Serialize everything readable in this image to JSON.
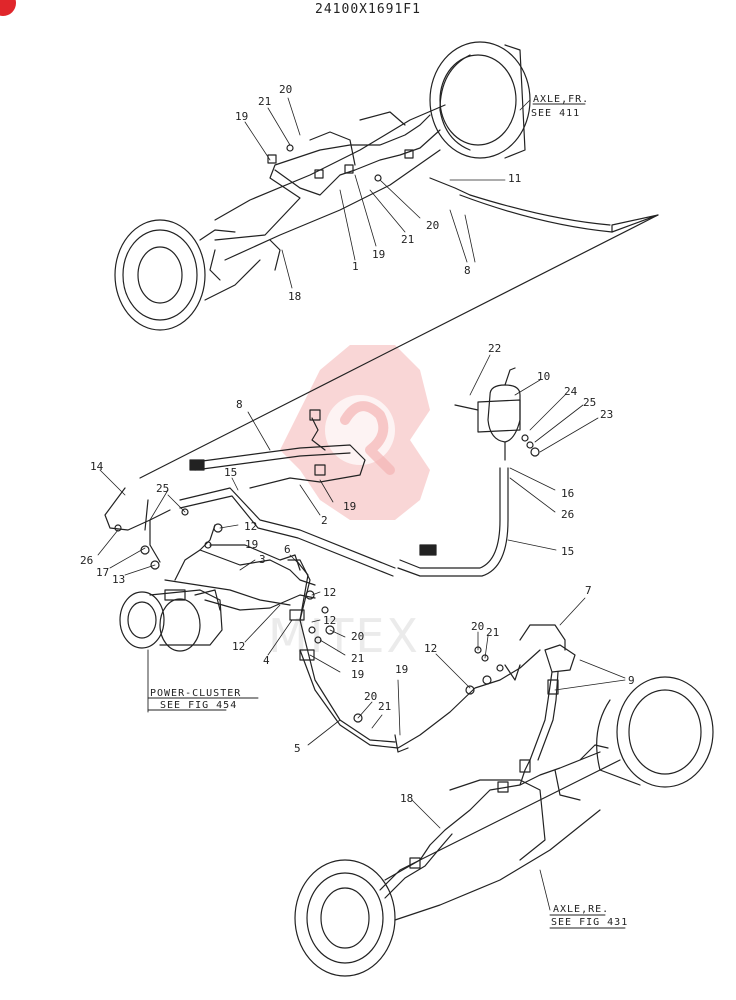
{
  "drawing_number": "24100X1691F1",
  "references": {
    "axle_front": [
      "AXLE,FR.",
      "SEE 411"
    ],
    "power_cluster": [
      "POWER-CLUSTER",
      "SEE FIG 454"
    ],
    "axle_rear": [
      "AXLE,RE.",
      "SEE FIG 431"
    ]
  },
  "callouts": {
    "front": [
      "20",
      "21",
      "19",
      "11",
      "20",
      "21",
      "19",
      "1",
      "18",
      "8"
    ],
    "middle": [
      "22",
      "10",
      "24",
      "25",
      "23",
      "16",
      "26",
      "15",
      "8",
      "19",
      "2",
      "15",
      "14",
      "25",
      "26",
      "17",
      "13",
      "12",
      "19",
      "3",
      "6",
      "12",
      "12",
      "4",
      "12",
      "19",
      "21",
      "20",
      "7",
      "20",
      "21",
      "12",
      "9"
    ],
    "rear": [
      "20",
      "21",
      "19",
      "5",
      "18"
    ]
  },
  "watermark": {
    "text": "MITEX",
    "color": "#f2b3b3"
  },
  "colors": {
    "line": "#222222",
    "corner_badge": "#e0262b"
  }
}
